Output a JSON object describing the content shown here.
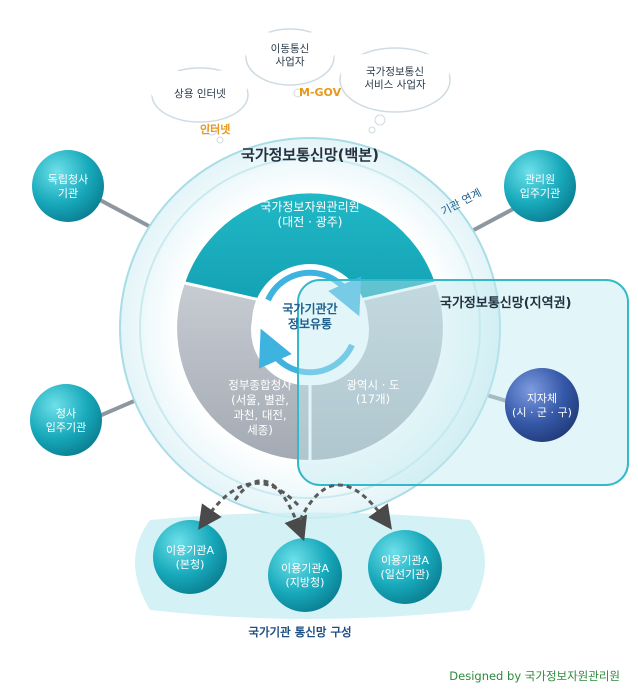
{
  "clouds": {
    "commercial_internet": "상용 인터넷",
    "mobile_operator": [
      "이동통신",
      "사업자"
    ],
    "national_service_operator": [
      "국가정보통신",
      "서비스 사업자"
    ]
  },
  "orange_labels": {
    "internet": "인터넷",
    "mgov": "M-GOV"
  },
  "backbone_title": "국가정보통신망(백본)",
  "top_segment": [
    "국가정보자원관리원",
    "(대전 · 광주)"
  ],
  "center": [
    "국가기관간",
    "정보유통"
  ],
  "left_segment": [
    "정부종합청사",
    "(서울, 별관,",
    "과천, 대전,",
    "세종)"
  ],
  "right_segment": [
    "광역시 · 도",
    "(17개)"
  ],
  "regional_title": "국가정보통신망(지역권)",
  "link_label": "기관 연계",
  "nodes": {
    "independent": [
      "독립청사",
      "기관"
    ],
    "building_resident": [
      "청사",
      "입주기관"
    ],
    "management_resident": [
      "관리원",
      "입주기관"
    ],
    "local_gov": [
      "지자체",
      "(시 · 군 · 구)"
    ]
  },
  "user_agencies": [
    [
      "이용기관A",
      "(본청)"
    ],
    [
      "이용기관A",
      "(지방청)"
    ],
    [
      "이용기관A",
      "(일선기관)"
    ]
  ],
  "bottom_caption": "국가기관 통신망 구성",
  "footer": "Designed by 국가정보자원관리원",
  "colors": {
    "teal": "#17b2c2",
    "gray": "#b5bac2",
    "navy": "#34579a",
    "orange": "#e7981a",
    "green": "#2d8a3c"
  }
}
